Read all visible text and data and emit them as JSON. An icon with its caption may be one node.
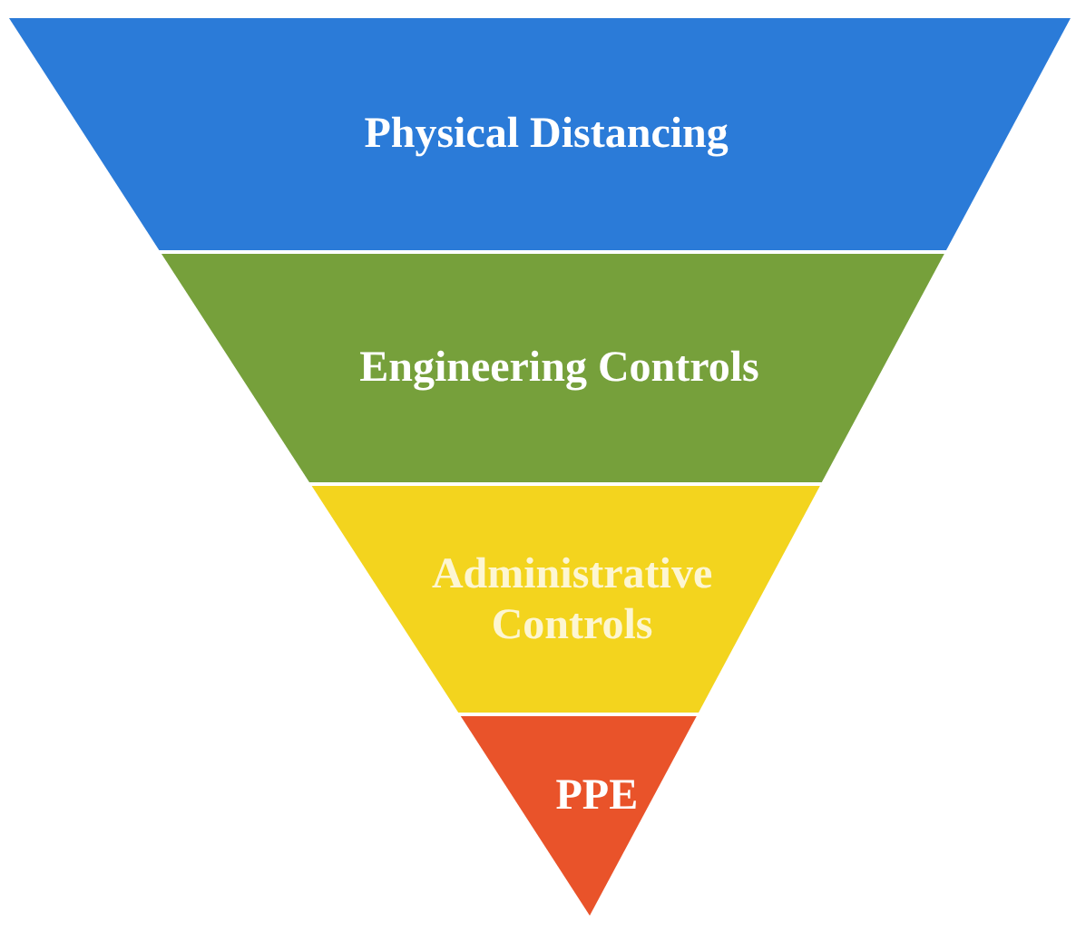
{
  "diagram": {
    "nodes": [
      {
        "text": [
          "Physical Distancing"
        ]
      },
      {
        "text": [
          "Engineering Controls"
        ]
      },
      {
        "text": [
          "Administrative Controls"
        ]
      },
      {
        "text": [
          "PPE"
        ]
      }
    ]
  }
}
